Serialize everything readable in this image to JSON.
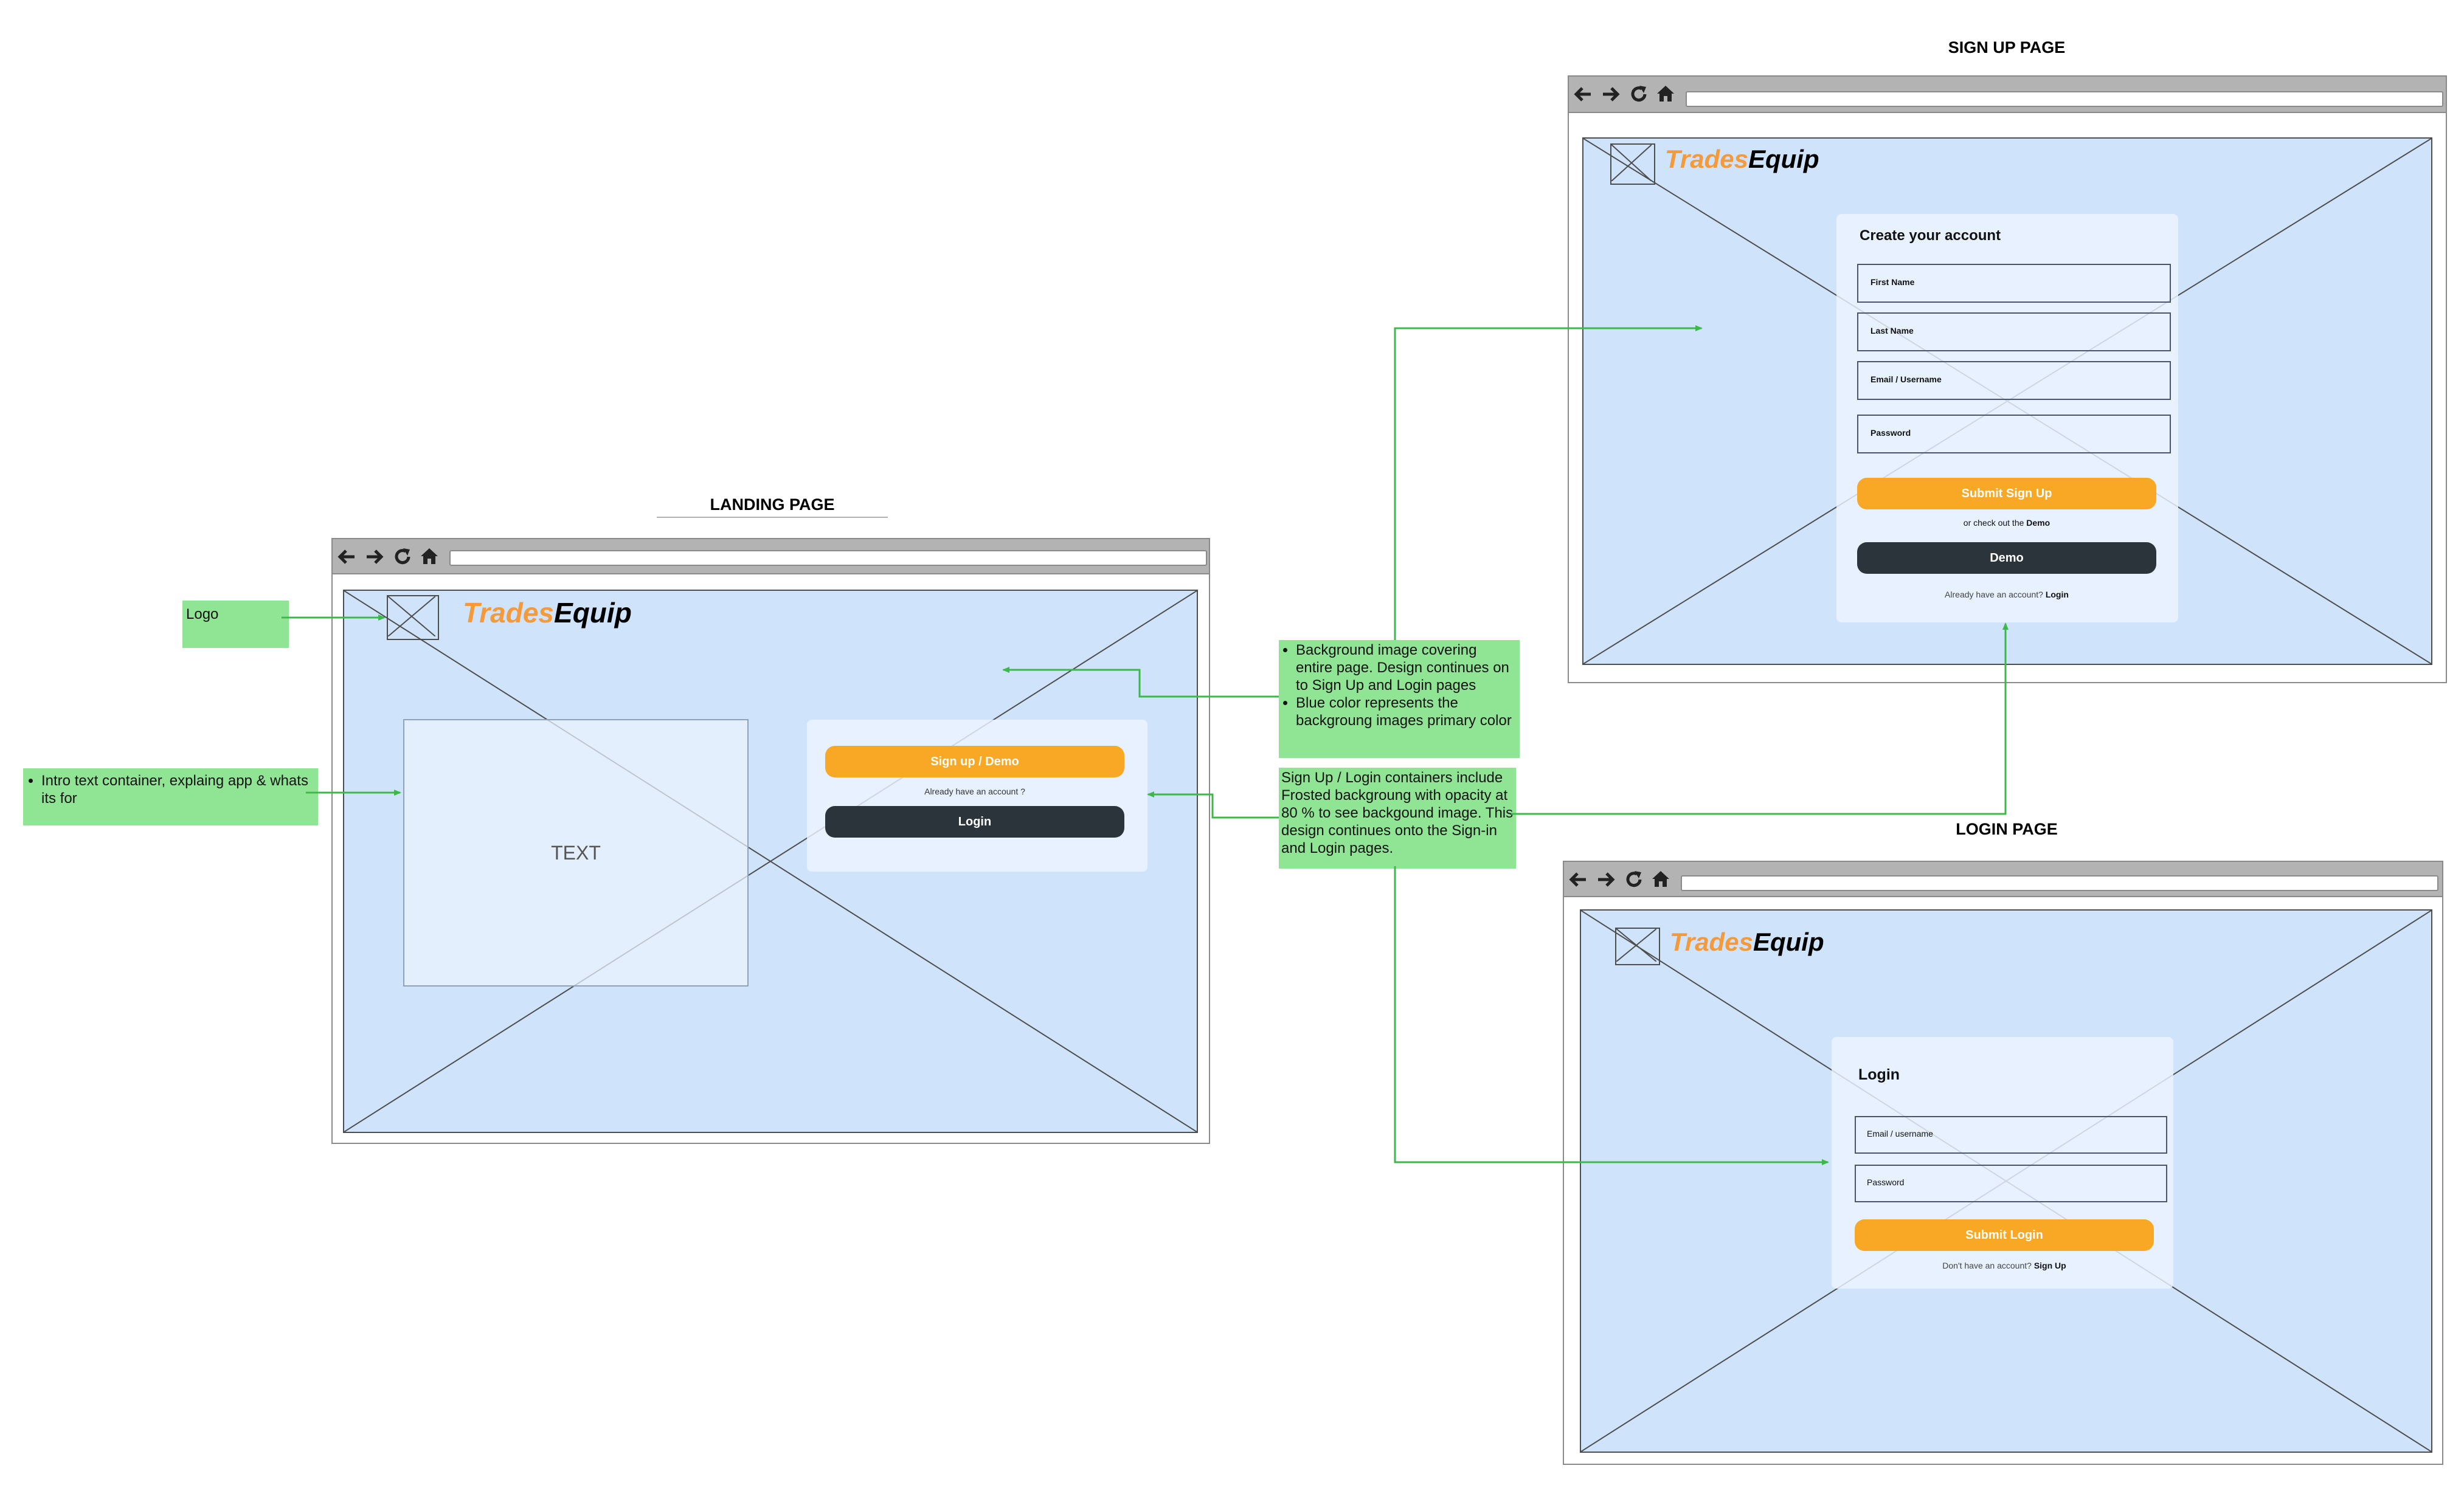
{
  "titles": {
    "landing": "LANDING PAGE",
    "signup": "SIGN UP PAGE",
    "login": "LOGIN PAGE"
  },
  "brand": {
    "trades": "Trades",
    "equip": "Equip"
  },
  "landing": {
    "intro_text": "TEXT",
    "signup_demo_button": "Sign up / Demo",
    "already_text": "Already have an account ?",
    "login_button": "Login"
  },
  "signup": {
    "heading": "Create your account",
    "fields": [
      "First Name",
      "Last Name",
      "Email / Username",
      "Password"
    ],
    "submit_button": "Submit Sign Up",
    "demo_prefix": "or check out the ",
    "demo_link": "Demo",
    "demo_button": "Demo",
    "already_prefix": "Already have an account? ",
    "login_link": "Login"
  },
  "login": {
    "heading": "Login",
    "fields": [
      "Email / username",
      "Password"
    ],
    "submit_button": "Submit Login",
    "noaccount_prefix": "Don't have an account? ",
    "signup_link": "Sign Up"
  },
  "notes": {
    "logo": "Logo",
    "intro": "Intro text container, explaing app & whats its for",
    "background": [
      "Background image covering entire page. Design continues on to Sign Up and Login pages",
      "Blue color represents the backgroung images primary color"
    ],
    "frosted": "Sign Up / Login containers include Frosted backgroung with opacity at 80 % to see backgound image. This design continues onto the Sign-in and Login pages."
  },
  "colors": {
    "accent_orange": "#f9a826",
    "brand_orange": "#f59a3a",
    "dark_button": "#2b333b",
    "stage_blue": "#cfe3fb",
    "note_green": "#90e595",
    "connector_green": "#3cb94a"
  },
  "icons": [
    "arrow-left-icon",
    "arrow-right-icon",
    "refresh-icon",
    "home-icon",
    "image-placeholder-icon"
  ]
}
